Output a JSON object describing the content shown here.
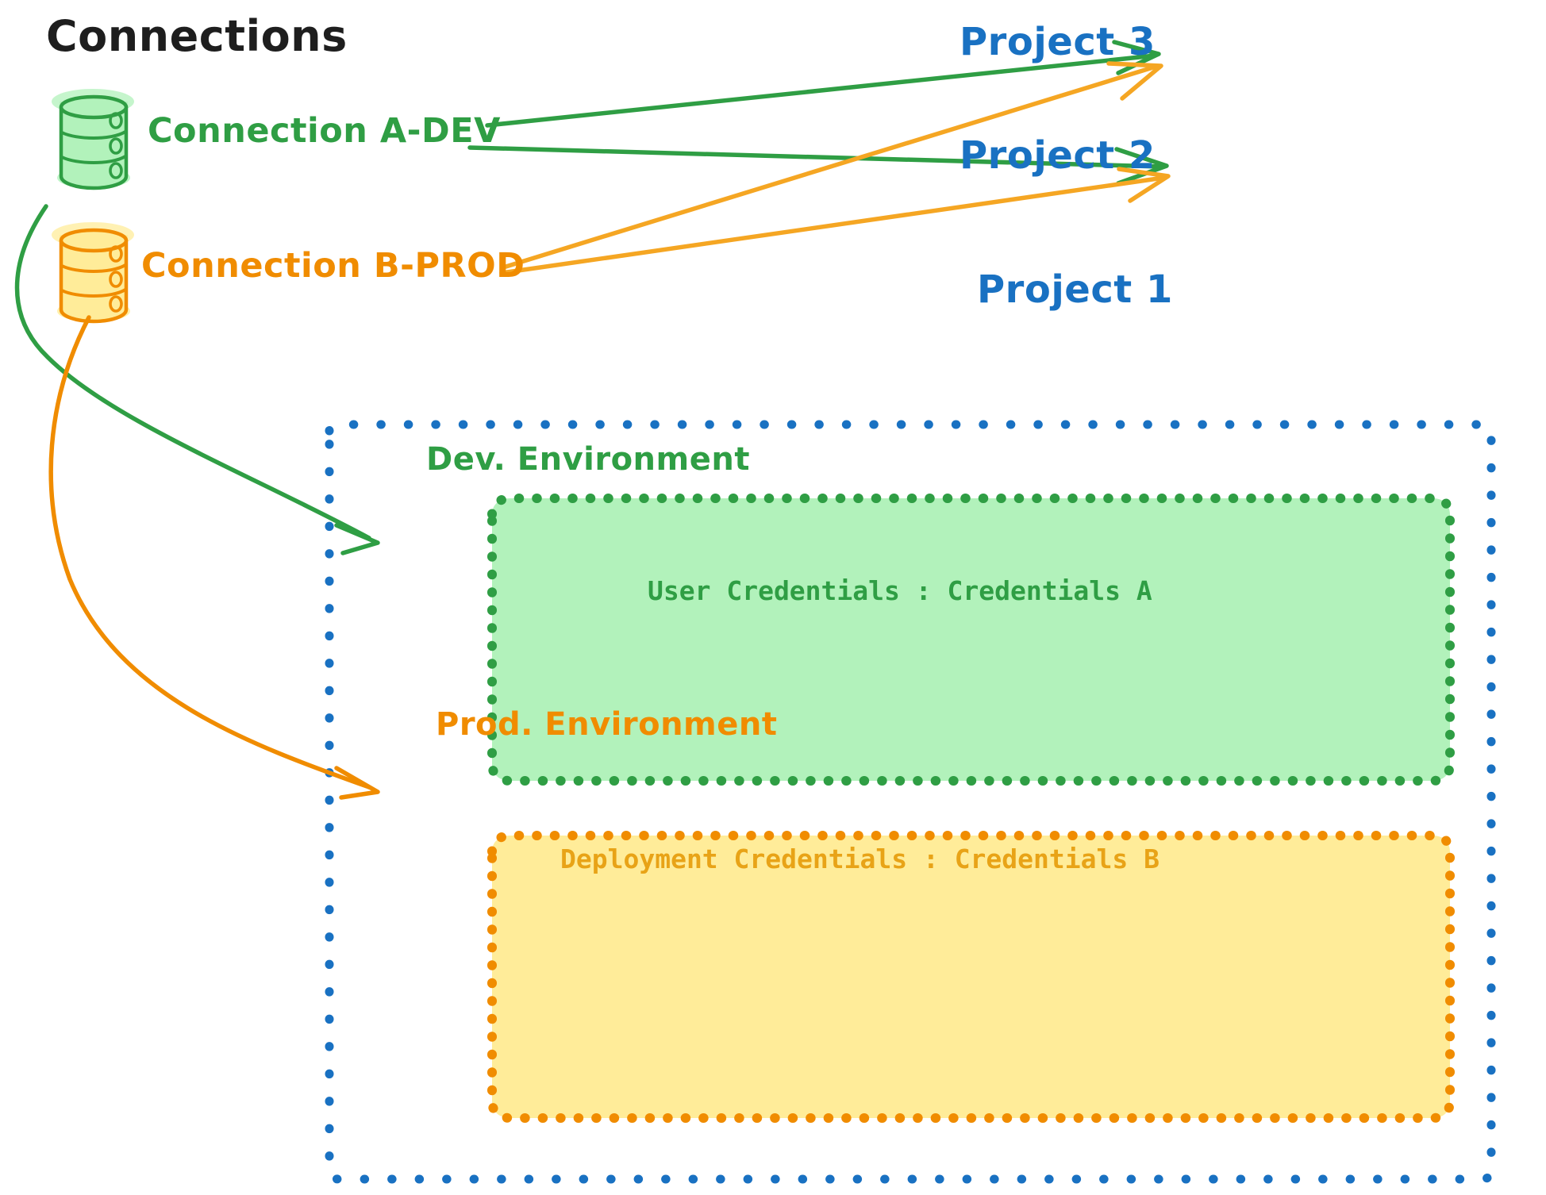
{
  "diagram": {
    "title": "Connections",
    "colors": {
      "green_stroke": "#2f9e44",
      "green_fill": "#b2f2bb",
      "orange_stroke": "#f08c00",
      "orange_fill": "#ffec99",
      "blue": "#1971c2",
      "black": "#1e1e1e"
    },
    "connections": [
      {
        "id": "connection-a-dev",
        "label": "Connection A-DEV",
        "icon": "database-icon",
        "color": "#2f9e44"
      },
      {
        "id": "connection-b-prod",
        "label": "Connection B-PROD",
        "icon": "database-icon",
        "color": "#f08c00"
      }
    ],
    "projects": [
      {
        "id": "project-3",
        "label": "Project 3"
      },
      {
        "id": "project-2",
        "label": "Project 2"
      },
      {
        "id": "project-1",
        "label": "Project 1"
      }
    ],
    "project1_container": {
      "border_style": "dotted",
      "border_color": "#1971c2",
      "environments": [
        {
          "id": "dev-environment",
          "title": "Dev. Environment",
          "credentials_label": "User Credentials : Credentials A",
          "fill": "#b2f2bb",
          "stroke": "#2f9e44"
        },
        {
          "id": "prod-environment",
          "title": "Prod. Environment",
          "credentials_label": "Deployment Credentials : Credentials B",
          "fill": "#ffec99",
          "stroke": "#f08c00"
        }
      ]
    },
    "edges": [
      {
        "id": "edge-a-dev-to-project-3",
        "from": "connection-a-dev",
        "to": "project-3",
        "color": "#2f9e44"
      },
      {
        "id": "edge-a-dev-to-project-2",
        "from": "connection-a-dev",
        "to": "project-2",
        "color": "#2f9e44"
      },
      {
        "id": "edge-b-prod-to-project-3",
        "from": "connection-b-prod",
        "to": "project-3",
        "color": "#f5a623"
      },
      {
        "id": "edge-b-prod-to-project-2",
        "from": "connection-b-prod",
        "to": "project-2",
        "color": "#f5a623"
      },
      {
        "id": "edge-a-dev-to-dev-environment",
        "from": "connection-a-dev",
        "to": "dev-environment",
        "color": "#2f9e44"
      },
      {
        "id": "edge-b-prod-to-prod-environment",
        "from": "connection-b-prod",
        "to": "prod-environment",
        "color": "#f08c00"
      }
    ]
  }
}
